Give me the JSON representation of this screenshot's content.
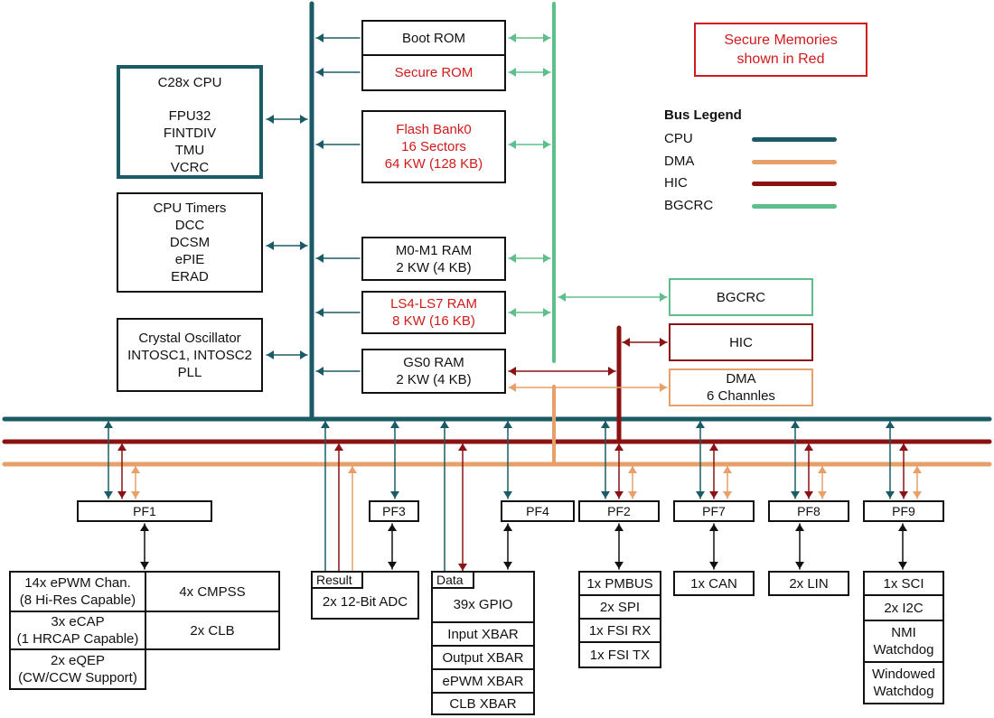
{
  "legend": {
    "title": "Bus Legend",
    "items": [
      {
        "label": "CPU",
        "color": "#1b5b66"
      },
      {
        "label": "DMA",
        "color": "#e8a06a"
      },
      {
        "label": "HIC",
        "color": "#8b1212"
      },
      {
        "label": "BGCRC",
        "color": "#5fbf8c"
      }
    ],
    "note": [
      "Secure Memories",
      "shown in Red"
    ]
  },
  "cpu": {
    "title": "C28x CPU",
    "lines": [
      "FPU32",
      "FINTDIV",
      "TMU",
      "VCRC"
    ]
  },
  "cpu_periph": [
    "CPU Timers",
    "DCC",
    "DCSM",
    "ePIE",
    "ERAD"
  ],
  "clock": [
    "Crystal Oscillator",
    "INTOSC1, INTOSC2",
    "PLL"
  ],
  "memories": {
    "boot_rom": "Boot ROM",
    "secure_rom": "Secure ROM",
    "flash": [
      "Flash Bank0",
      "16 Sectors",
      "64 KW (128 KB)"
    ],
    "m0m1": [
      "M0-M1 RAM",
      "2 KW (4 KB)"
    ],
    "ls": [
      "LS4-LS7 RAM",
      "8 KW (16 KB)"
    ],
    "gs0": [
      "GS0 RAM",
      "2 KW (4 KB)"
    ]
  },
  "masters": {
    "bgcrc": "BGCRC",
    "hic": "HIC",
    "dma": [
      "DMA",
      "6 Channles"
    ]
  },
  "pf": {
    "pf1": "PF1",
    "pf3": "PF3",
    "pf4": "PF4",
    "pf2": "PF2",
    "pf7": "PF7",
    "pf8": "PF8",
    "pf9": "PF9"
  },
  "peripherals": {
    "pf1": {
      "epwm": [
        "14x ePWM Chan.",
        "(8 Hi-Res Capable)"
      ],
      "ecap": [
        "3x eCAP",
        "(1 HRCAP Capable)"
      ],
      "eqep": [
        "2x eQEP",
        "(CW/CCW Support)"
      ],
      "cmpss": "4x CMPSS",
      "clb": "2x CLB"
    },
    "adc": {
      "tab": "Result",
      "label": "2x 12-Bit ADC"
    },
    "gpio": {
      "tab": "Data",
      "items": [
        "39x GPIO",
        "Input XBAR",
        "Output XBAR",
        "ePWM XBAR",
        "CLB XBAR"
      ]
    },
    "pf2": [
      "1x PMBUS",
      "2x SPI",
      "1x FSI RX",
      "1x FSI TX"
    ],
    "pf7": [
      "1x CAN"
    ],
    "pf8": [
      "2x LIN"
    ],
    "pf9": [
      "1x SCI",
      "2x I2C",
      "NMI Watchdog",
      "Windowed Watchdog"
    ]
  }
}
